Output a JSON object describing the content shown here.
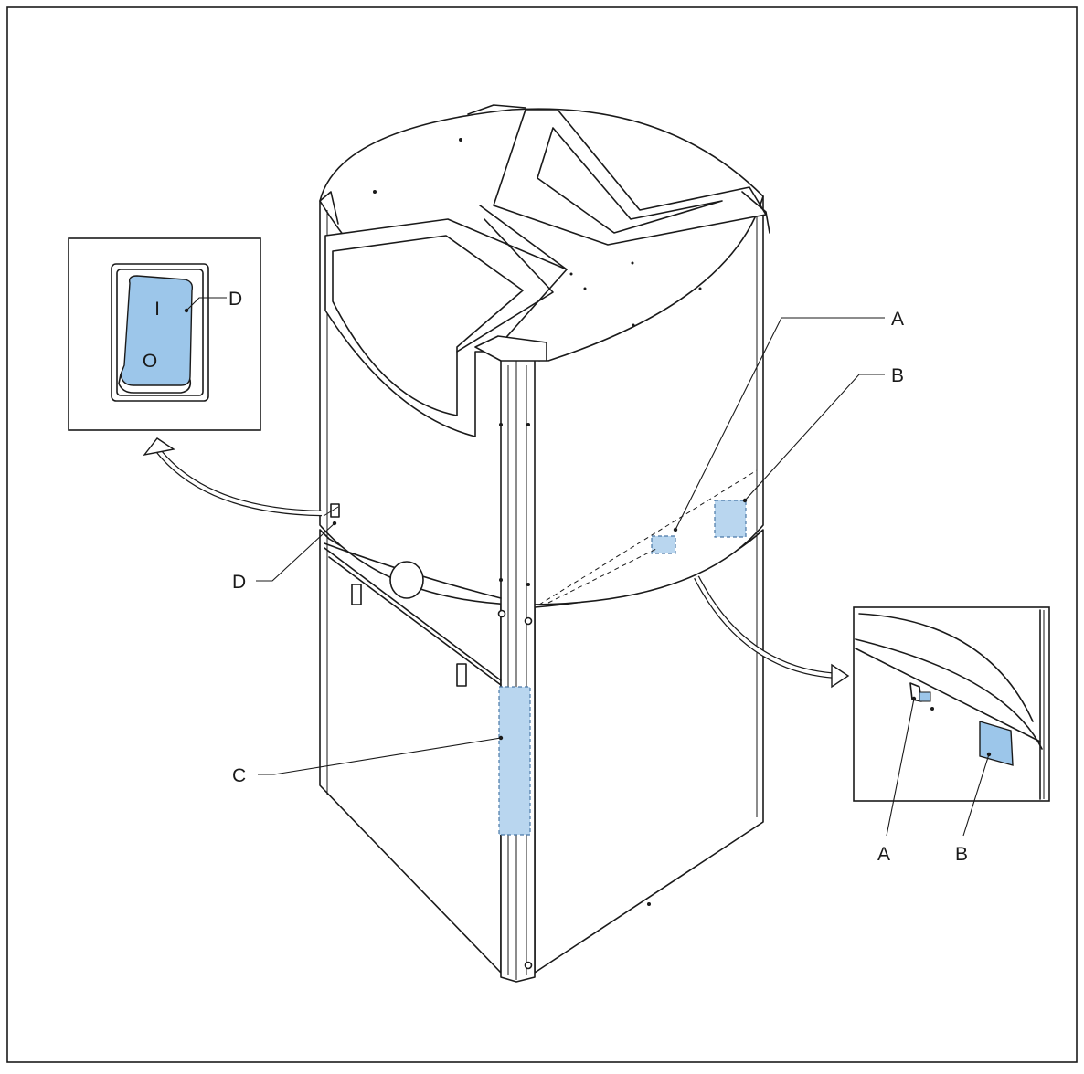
{
  "callouts": {
    "a_main": "A",
    "b_main": "B",
    "c_main": "C",
    "d_main": "D",
    "d_inset": "D",
    "a_inset": "A",
    "b_inset": "B"
  },
  "switch": {
    "on_symbol": "I",
    "off_symbol": "O"
  },
  "colors": {
    "highlight": "#b9d6ef",
    "highlight_solid": "#9cc6ea",
    "outline": "#1a1a1a"
  },
  "icons": [
    "rocker-switch-icon",
    "curved-arrow-icon"
  ]
}
